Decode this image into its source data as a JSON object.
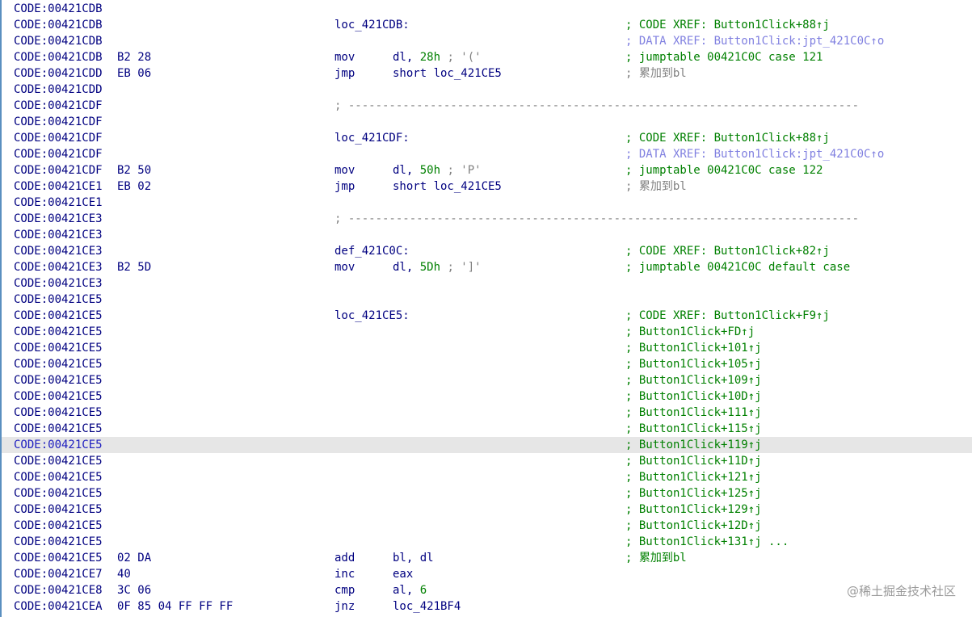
{
  "listing": {
    "rows": [
      {
        "addr": "CODE:00421CDB"
      },
      {
        "addr": "CODE:00421CDB",
        "label": "loc_421CDB:",
        "comment": "; CODE XREF: Button1Click+88↑j",
        "cstyle": "green"
      },
      {
        "addr": "CODE:00421CDB",
        "comment": "; DATA XREF: Button1Click:jpt_421C0C↑o",
        "cstyle": "xdata"
      },
      {
        "addr": "CODE:00421CDB",
        "bytes": "B2 28",
        "mnem": "mov",
        "ops": "dl, ",
        "num": "28h",
        "str": " ; '('",
        "comment": "; jumptable 00421C0C case 121",
        "cstyle": "green"
      },
      {
        "addr": "CODE:00421CDD",
        "bytes": "EB 06",
        "mnem": "jmp",
        "ops": "short loc_421CE5",
        "comment": "; 累加到bl",
        "cstyle": "gray"
      },
      {
        "addr": "CODE:00421CDD"
      },
      {
        "addr": "CODE:00421CDF",
        "sep": "; ---------------------------------------------------------------------------"
      },
      {
        "addr": "CODE:00421CDF"
      },
      {
        "addr": "CODE:00421CDF",
        "label": "loc_421CDF:",
        "comment": "; CODE XREF: Button1Click+88↑j",
        "cstyle": "green"
      },
      {
        "addr": "CODE:00421CDF",
        "comment": "; DATA XREF: Button1Click:jpt_421C0C↑o",
        "cstyle": "xdata"
      },
      {
        "addr": "CODE:00421CDF",
        "bytes": "B2 50",
        "mnem": "mov",
        "ops": "dl, ",
        "num": "50h",
        "str": " ; 'P'",
        "comment": "; jumptable 00421C0C case 122",
        "cstyle": "green"
      },
      {
        "addr": "CODE:00421CE1",
        "bytes": "EB 02",
        "mnem": "jmp",
        "ops": "short loc_421CE5",
        "comment": "; 累加到bl",
        "cstyle": "gray"
      },
      {
        "addr": "CODE:00421CE1"
      },
      {
        "addr": "CODE:00421CE3",
        "sep": "; ---------------------------------------------------------------------------"
      },
      {
        "addr": "CODE:00421CE3"
      },
      {
        "addr": "CODE:00421CE3",
        "label": "def_421C0C:",
        "comment": "; CODE XREF: Button1Click+82↑j",
        "cstyle": "green"
      },
      {
        "addr": "CODE:00421CE3",
        "bytes": "B2 5D",
        "mnem": "mov",
        "ops": "dl, ",
        "num": "5Dh",
        "str": " ; ']'",
        "comment": "; jumptable 00421C0C default case",
        "cstyle": "green"
      },
      {
        "addr": "CODE:00421CE3"
      },
      {
        "addr": "CODE:00421CE5"
      },
      {
        "addr": "CODE:00421CE5",
        "label": "loc_421CE5:",
        "comment": "; CODE XREF: Button1Click+F9↑j",
        "cstyle": "green"
      },
      {
        "addr": "CODE:00421CE5",
        "comment": "; Button1Click+FD↑j",
        "cstyle": "green"
      },
      {
        "addr": "CODE:00421CE5",
        "comment": "; Button1Click+101↑j",
        "cstyle": "green"
      },
      {
        "addr": "CODE:00421CE5",
        "comment": "; Button1Click+105↑j",
        "cstyle": "green"
      },
      {
        "addr": "CODE:00421CE5",
        "comment": "; Button1Click+109↑j",
        "cstyle": "green"
      },
      {
        "addr": "CODE:00421CE5",
        "comment": "; Button1Click+10D↑j",
        "cstyle": "green"
      },
      {
        "addr": "CODE:00421CE5",
        "comment": "; Button1Click+111↑j",
        "cstyle": "green"
      },
      {
        "addr": "CODE:00421CE5",
        "comment": "; Button1Click+115↑j",
        "cstyle": "green"
      },
      {
        "addr": "CODE:00421CE5",
        "comment": "; Button1Click+119↑j",
        "cstyle": "green",
        "highlight": true
      },
      {
        "addr": "CODE:00421CE5",
        "comment": "; Button1Click+11D↑j",
        "cstyle": "green"
      },
      {
        "addr": "CODE:00421CE5",
        "comment": "; Button1Click+121↑j",
        "cstyle": "green"
      },
      {
        "addr": "CODE:00421CE5",
        "comment": "; Button1Click+125↑j",
        "cstyle": "green"
      },
      {
        "addr": "CODE:00421CE5",
        "comment": "; Button1Click+129↑j",
        "cstyle": "green"
      },
      {
        "addr": "CODE:00421CE5",
        "comment": "; Button1Click+12D↑j",
        "cstyle": "green"
      },
      {
        "addr": "CODE:00421CE5",
        "comment": "; Button1Click+131↑j ...",
        "cstyle": "green"
      },
      {
        "addr": "CODE:00421CE5",
        "bytes": "02 DA",
        "mnem": "add",
        "ops": "bl, dl",
        "comment": "; 累加到bl",
        "cstyle": "green"
      },
      {
        "addr": "CODE:00421CE7",
        "bytes": "40",
        "mnem": "inc",
        "ops": "eax"
      },
      {
        "addr": "CODE:00421CE8",
        "bytes": "3C 06",
        "mnem": "cmp",
        "ops": "al, ",
        "num": "6"
      },
      {
        "addr": "CODE:00421CEA",
        "bytes": "0F 85 04 FF FF FF",
        "mnem": "jnz",
        "ops": "loc_421BF4"
      }
    ]
  },
  "watermark": "@稀土掘金技术社区",
  "colors": {
    "address": "#000080",
    "comment_green": "#008000",
    "comment_gray": "#808080",
    "data_xref": "#8080e0",
    "highlight_row": "#e6e6e6"
  }
}
